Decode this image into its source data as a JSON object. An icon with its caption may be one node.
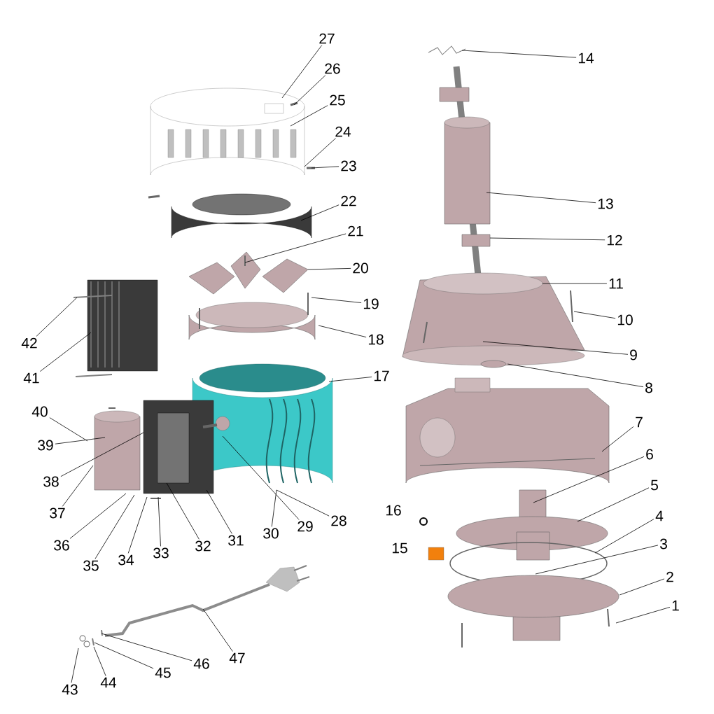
{
  "diagram": {
    "nodes": [
      {
        "text": [
          "1"
        ]
      },
      {
        "text": [
          "2"
        ]
      },
      {
        "text": [
          "3"
        ]
      },
      {
        "text": [
          "4"
        ]
      },
      {
        "text": [
          "5"
        ]
      },
      {
        "text": [
          "6"
        ]
      },
      {
        "text": [
          "7"
        ]
      },
      {
        "text": [
          "8"
        ]
      },
      {
        "text": [
          "9"
        ]
      },
      {
        "text": [
          "10"
        ]
      },
      {
        "text": [
          "11"
        ]
      },
      {
        "text": [
          "12"
        ]
      },
      {
        "text": [
          "13"
        ]
      },
      {
        "text": [
          "14"
        ]
      },
      {
        "text": [
          "17"
        ]
      },
      {
        "text": [
          "18"
        ]
      },
      {
        "text": [
          "19"
        ]
      },
      {
        "text": [
          "20"
        ]
      },
      {
        "text": [
          "21"
        ]
      },
      {
        "text": [
          "22"
        ]
      },
      {
        "text": [
          "23"
        ]
      },
      {
        "text": [
          "24"
        ]
      },
      {
        "text": [
          "25"
        ]
      },
      {
        "text": [
          "26"
        ]
      },
      {
        "text": [
          "27"
        ]
      },
      {
        "text": [
          "28"
        ]
      },
      {
        "text": [
          "29"
        ]
      },
      {
        "text": [
          "30"
        ]
      },
      {
        "text": [
          "31"
        ]
      },
      {
        "text": [
          "32"
        ]
      },
      {
        "text": [
          "33"
        ]
      },
      {
        "text": [
          "34"
        ]
      },
      {
        "text": [
          "35"
        ]
      },
      {
        "text": [
          "36"
        ]
      },
      {
        "text": [
          "37"
        ]
      },
      {
        "text": [
          "38"
        ]
      },
      {
        "text": [
          "39"
        ]
      },
      {
        "text": [
          "40"
        ]
      },
      {
        "text": [
          "41"
        ]
      },
      {
        "text": [
          "42"
        ]
      },
      {
        "text": [
          "43"
        ]
      },
      {
        "text": [
          "44"
        ]
      },
      {
        "text": [
          "45"
        ]
      },
      {
        "text": [
          "46"
        ]
      },
      {
        "text": [
          "47"
        ]
      }
    ],
    "edges": [
      {
        "from": 0,
        "to": null,
        "arrow": "none"
      },
      {
        "from": 1,
        "to": null,
        "arrow": "none"
      },
      {
        "from": 2,
        "to": null,
        "arrow": "none"
      },
      {
        "from": 3,
        "to": null,
        "arrow": "none"
      },
      {
        "from": 4,
        "to": null,
        "arrow": "none"
      },
      {
        "from": 5,
        "to": null,
        "arrow": "none"
      },
      {
        "from": 6,
        "to": null,
        "arrow": "none"
      },
      {
        "from": 7,
        "to": null,
        "arrow": "none"
      },
      {
        "from": 8,
        "to": null,
        "arrow": "none"
      },
      {
        "from": 9,
        "to": null,
        "arrow": "none"
      },
      {
        "from": 10,
        "to": null,
        "arrow": "none"
      },
      {
        "from": 11,
        "to": null,
        "arrow": "none"
      },
      {
        "from": 12,
        "to": null,
        "arrow": "none"
      },
      {
        "from": 13,
        "to": null,
        "arrow": "none"
      },
      {
        "from": 14,
        "to": null,
        "arrow": "none"
      },
      {
        "from": 15,
        "to": null,
        "arrow": "none"
      },
      {
        "from": 16,
        "to": null,
        "arrow": "none"
      },
      {
        "from": 17,
        "to": null,
        "arrow": "none"
      },
      {
        "from": 18,
        "to": null,
        "arrow": "none"
      },
      {
        "from": 19,
        "to": null,
        "arrow": "none"
      },
      {
        "from": 20,
        "to": null,
        "arrow": "none"
      },
      {
        "from": 21,
        "to": null,
        "arrow": "none"
      },
      {
        "from": 22,
        "to": null,
        "arrow": "none"
      },
      {
        "from": 23,
        "to": null,
        "arrow": "none"
      },
      {
        "from": 24,
        "to": null,
        "arrow": "none"
      },
      {
        "from": 25,
        "to": null,
        "arrow": "none"
      },
      {
        "from": 26,
        "to": null,
        "arrow": "none"
      },
      {
        "from": 27,
        "to": null,
        "arrow": "none"
      },
      {
        "from": 28,
        "to": null,
        "arrow": "none"
      },
      {
        "from": 29,
        "to": null,
        "arrow": "none"
      },
      {
        "from": 30,
        "to": null,
        "arrow": "none"
      },
      {
        "from": 31,
        "to": null,
        "arrow": "none"
      },
      {
        "from": 32,
        "to": null,
        "arrow": "none"
      },
      {
        "from": 33,
        "to": null,
        "arrow": "none"
      },
      {
        "from": 34,
        "to": null,
        "arrow": "none"
      },
      {
        "from": 35,
        "to": null,
        "arrow": "none"
      },
      {
        "from": 36,
        "to": null,
        "arrow": "none"
      },
      {
        "from": 37,
        "to": null,
        "arrow": "none"
      },
      {
        "from": 38,
        "to": null,
        "arrow": "none"
      },
      {
        "from": 39,
        "to": null,
        "arrow": "none"
      },
      {
        "from": 40,
        "to": null,
        "arrow": "none"
      },
      {
        "from": 41,
        "to": null,
        "arrow": "none"
      },
      {
        "from": 42,
        "to": null,
        "arrow": "none"
      },
      {
        "from": 43,
        "to": null,
        "arrow": "none"
      },
      {
        "from": 44,
        "to": null,
        "arrow": "none"
      }
    ],
    "labels": [
      "16",
      "15"
    ]
  }
}
